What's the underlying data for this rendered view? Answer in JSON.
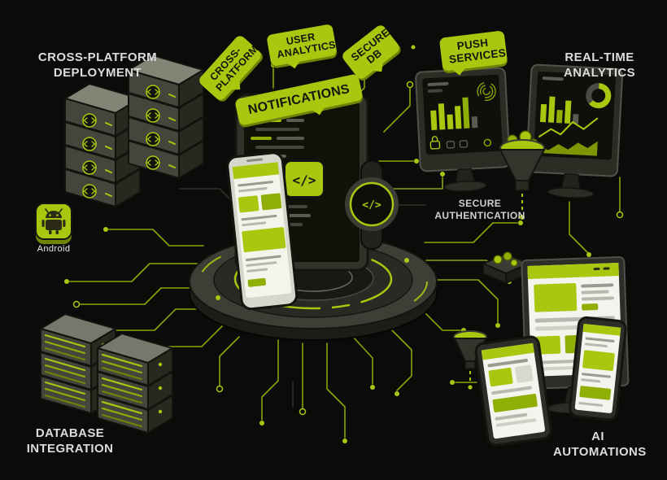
{
  "palette": {
    "background": "#0b0b09",
    "accent": "#a9c70f",
    "accent_dark": "#6f8407",
    "trace": "#8fae06",
    "text_light": "#dcdcdc"
  },
  "section_labels": {
    "cross_platform_deployment": "CROSS-PLATFORM DEPLOYMENT",
    "real_time_analytics": "REAL-TIME ANALYTICS",
    "database_integration": "DATABASE INTEGRATION",
    "ai_automations": "AI AUTOMATIONS",
    "secure_authentication": "SECURE AUTHENTICATION",
    "android": "Android"
  },
  "bubbles": {
    "cross_platform": "CROSS-PLATFORM",
    "user_analytics": "USER ANALYTICS",
    "notifications": "NOTIFICATIONS",
    "secure_db": "SECURE DB",
    "push_services": "PUSH SERVICES"
  },
  "glyphs": {
    "code": "</>"
  },
  "icons": {
    "code-badge-icon": "</> chevrons in circle",
    "android-robot-icon": "android robot on green tile",
    "funnel-icon": "data funnel with green drops",
    "fingerprint-icon": "fingerprint arcs",
    "lock-icon": "padlock",
    "chart-bars-icon": "bar chart",
    "donut-chart-icon": "donut chart",
    "smartwatch-icon": "smartwatch with code glyph",
    "circuit-node-icon": "circuit trace dot"
  }
}
